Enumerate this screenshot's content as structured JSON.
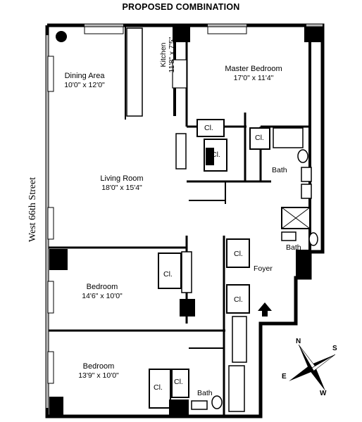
{
  "title": "PROPOSED COMBINATION",
  "street": "West 66th Street",
  "rooms": {
    "dining": {
      "name": "Dining Area",
      "dims": "10'0\" x 12'0\""
    },
    "kitchen": {
      "name": "Kitchen",
      "dims": "11'8\" x 7'5\""
    },
    "master": {
      "name": "Master Bedroom",
      "dims": "17'0\" x 11'4\""
    },
    "living": {
      "name": "Living Room",
      "dims": "18'0\" x 15'4\""
    },
    "bedroom1": {
      "name": "Bedroom",
      "dims": "14'6\" x 10'0\""
    },
    "bedroom2": {
      "name": "Bedroom",
      "dims": "13'9\" x 10'0\""
    },
    "bath1": "Bath",
    "bath2": "Bath",
    "bath3": "Bath",
    "foyer": "Foyer"
  },
  "closet_label": "Cl.",
  "compass": {
    "n": "N",
    "s": "S",
    "e": "E",
    "w": "W"
  },
  "colors": {
    "wall": "#000000",
    "fill": "#ffffff",
    "window": "#cfcfcf"
  }
}
